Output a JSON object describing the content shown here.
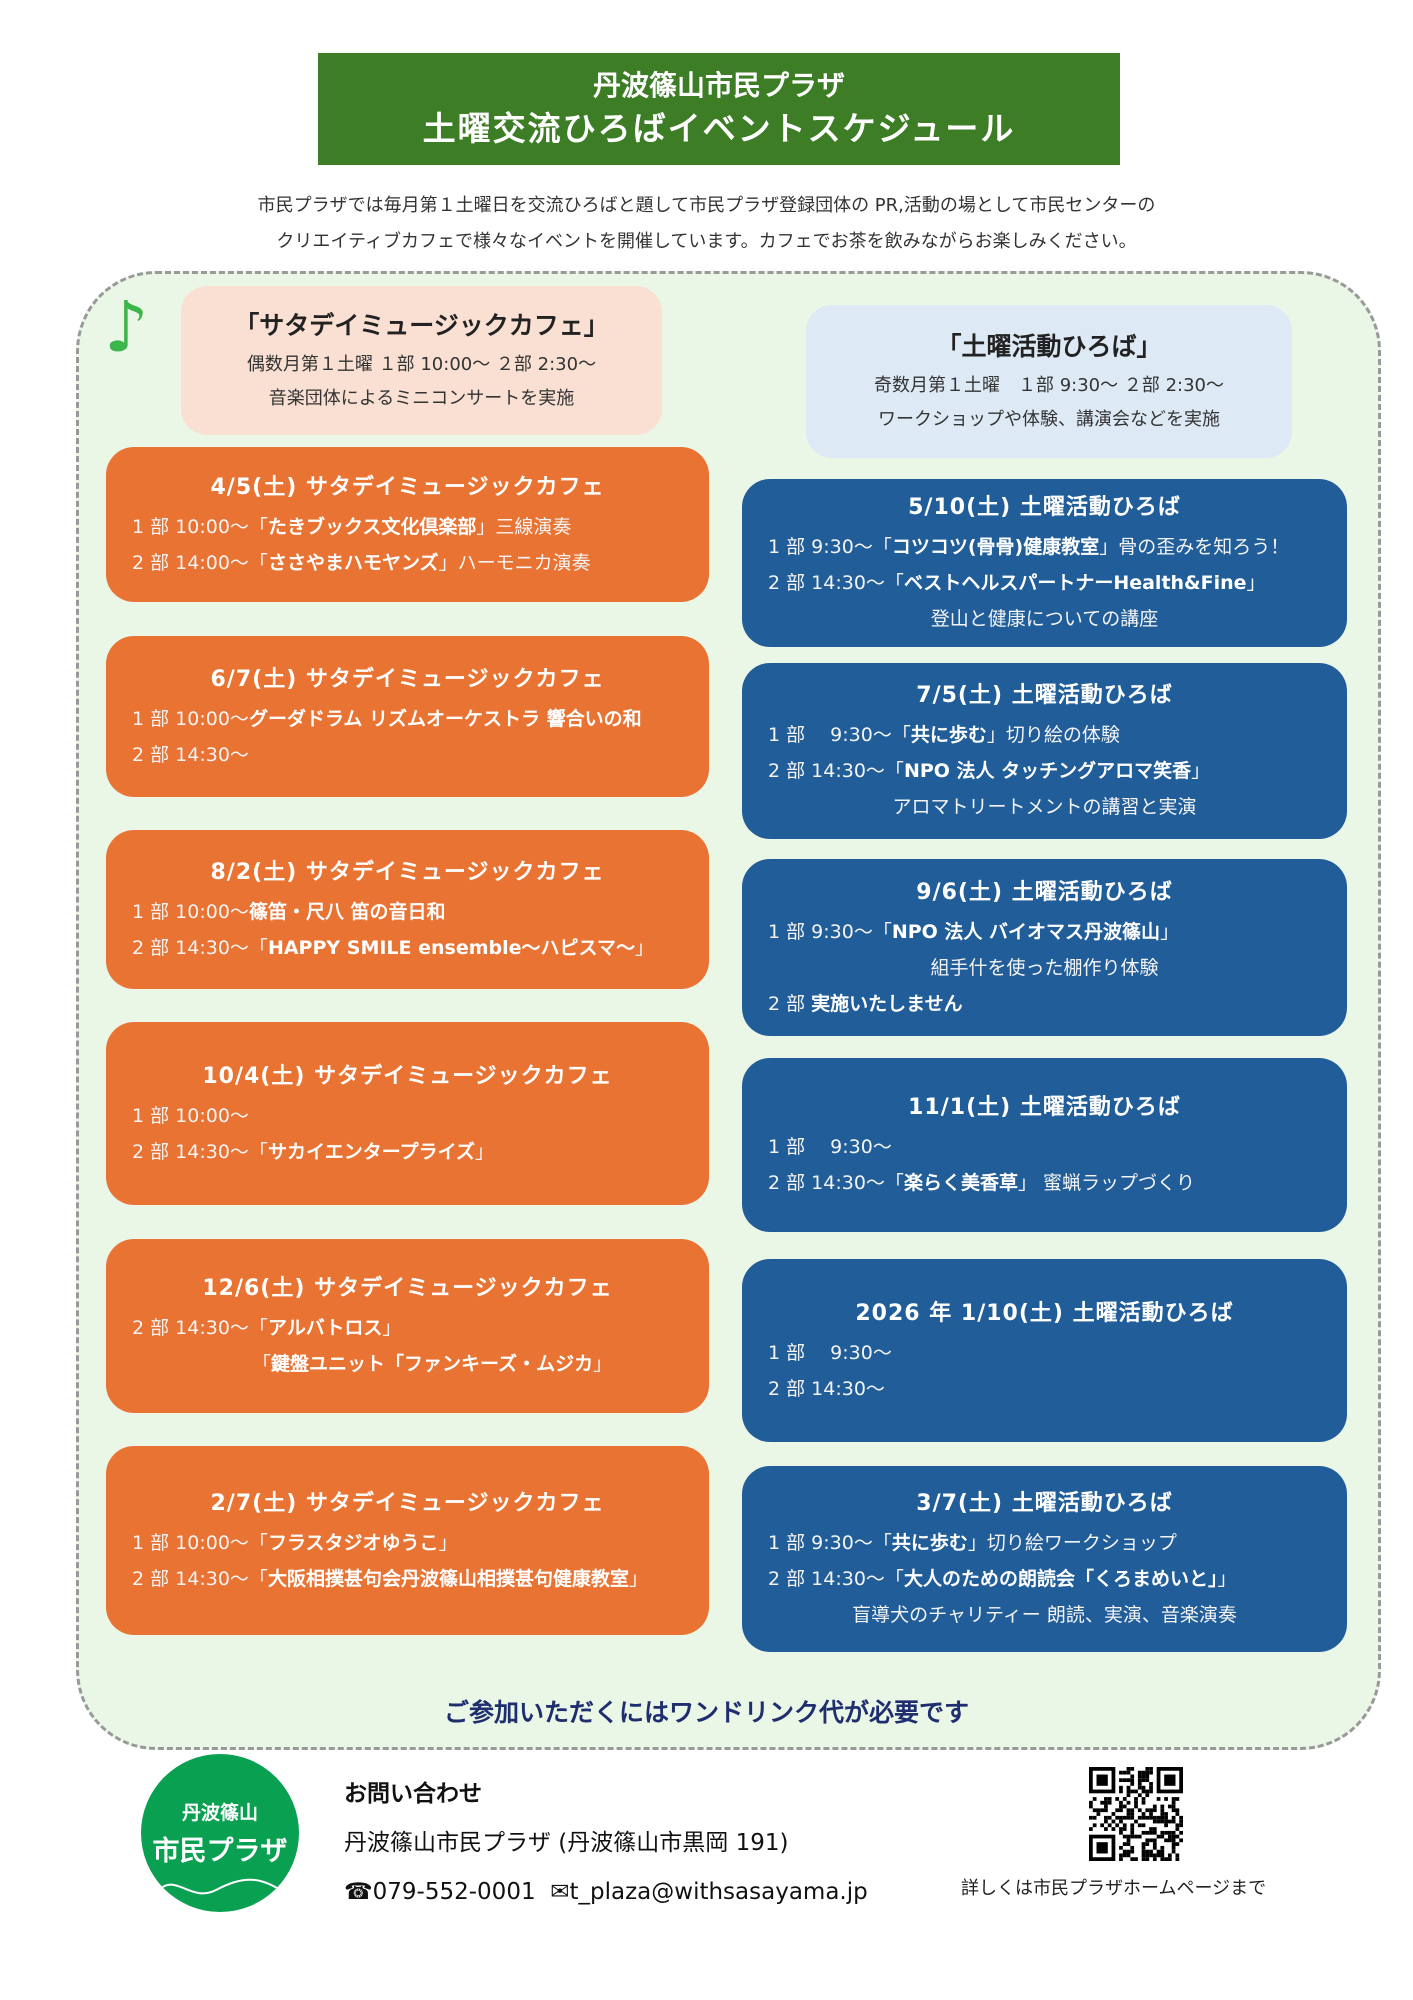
{
  "header": {
    "line1": "丹波篠山市民プラザ",
    "line2": "土曜交流ひろばイベントスケジュール"
  },
  "intro": [
    "市民プラザでは毎月第１土曜日を交流ひろばと題して市民プラザ登録団体の PR,活動の場として市民センターの",
    "クリエイティブカフェで様々なイベントを開催しています。カフェでお茶を飲みながらお楽しみください。"
  ],
  "left_header": {
    "title": "「サタデイミュージックカフェ」",
    "lines": [
      "偶数月第１土曜 １部 10:00～ ２部 2:30～",
      "音楽団体によるミニコンサートを実施"
    ]
  },
  "right_header": {
    "title": "「土曜活動ひろば」",
    "lines": [
      "奇数月第１土曜　１部 9:30～ ２部 2:30～",
      "ワークショップや体験、講演会などを実施"
    ]
  },
  "colors": {
    "title_bg": "#3C7D26",
    "music_card": "#E87333",
    "activity_card": "#215E99",
    "frame_bg": "#EBF7E6",
    "fee_text": "#1E2E6E",
    "logo": "#0AA052"
  },
  "music_events": [
    {
      "title": "4/5(土) サタデイミュージックカフェ",
      "lines": [
        [
          [
            "1 部  10:00～「",
            0
          ],
          [
            "たきブックス文化倶楽部",
            1
          ],
          [
            "」三線演奏",
            0
          ]
        ],
        [
          [
            "2 部  14:00～「",
            0
          ],
          [
            "ささやまハモヤンズ",
            1
          ],
          [
            "」ハーモニカ演奏",
            0
          ]
        ]
      ]
    },
    {
      "title": "6/7(土) サタデイミュージックカフェ",
      "lines": [
        [
          [
            "1 部  10:00～",
            0
          ],
          [
            "グーダドラム リズムオーケストラ 響合いの和",
            1
          ]
        ],
        [
          [
            "2 部  14:30～",
            0
          ]
        ]
      ]
    },
    {
      "title": "8/2(土) サタデイミュージックカフェ",
      "lines": [
        [
          [
            "1 部  10:00～",
            0
          ],
          [
            "篠笛・尺八 笛の音日和",
            1
          ]
        ],
        [
          [
            "2 部  14:30～「",
            0
          ],
          [
            "HAPPY SMILE ensemble～ハピスマ～",
            1
          ],
          [
            "」",
            0
          ]
        ]
      ]
    },
    {
      "title": "10/4(土) サタデイミュージックカフェ",
      "lines": [
        [
          [
            "1 部  10:00～",
            0
          ]
        ],
        [
          [
            "2 部  14:30～「",
            0
          ],
          [
            "サカイエンタープライズ",
            1
          ],
          [
            "」",
            0
          ]
        ]
      ]
    },
    {
      "title": "12/6(土) サタデイミュージックカフェ",
      "lines": [
        [
          [
            "2 部  14:30～「",
            0
          ],
          [
            "アルバトロス",
            1
          ],
          [
            "」",
            0
          ]
        ],
        [
          [
            "「",
            0
          ],
          [
            "鍵盤ユニット「ファンキーズ・ムジカ",
            1
          ],
          [
            "」",
            0
          ]
        ]
      ]
    },
    {
      "title": "2/7(土) サタデイミュージックカフェ",
      "lines": [
        [
          [
            "1 部  10:00～「",
            0
          ],
          [
            "フラスタジオゆうこ",
            1
          ],
          [
            "」",
            0
          ]
        ],
        [
          [
            "2 部  14:30～「",
            0
          ],
          [
            "大阪相撲甚句会丹波篠山相撲甚句健康教室",
            1
          ],
          [
            "」",
            0
          ]
        ]
      ]
    }
  ],
  "activity_events": [
    {
      "title": "5/10(土) 土曜活動ひろば",
      "lines": [
        [
          [
            "1 部  9:30～「",
            0
          ],
          [
            "コツコツ(骨骨)健康教室",
            1
          ],
          [
            "」骨の歪みを知ろう！",
            0
          ]
        ],
        [
          [
            "2 部  14:30～「",
            0
          ],
          [
            "ベストヘルスパートナーHealth&Fine",
            1
          ],
          [
            "」",
            0
          ]
        ],
        [
          [
            "登山と健康についての講座",
            0
          ]
        ]
      ]
    },
    {
      "title": "7/5(土) 土曜活動ひろば",
      "lines": [
        [
          [
            "1 部　 9:30～「",
            0
          ],
          [
            "共に歩む",
            1
          ],
          [
            "」切り絵の体験",
            0
          ]
        ],
        [
          [
            "2 部  14:30～「",
            0
          ],
          [
            "NPO 法人 タッチングアロマ笑香",
            1
          ],
          [
            "」",
            0
          ]
        ],
        [
          [
            "アロマトリートメントの講習と実演",
            0
          ]
        ]
      ]
    },
    {
      "title": "9/6(土) 土曜活動ひろば",
      "lines": [
        [
          [
            "1 部  9:30～「",
            0
          ],
          [
            "NPO 法人 バイオマス丹波篠山",
            1
          ],
          [
            "」",
            0
          ]
        ],
        [
          [
            "組手什を使った棚作り体験",
            0
          ]
        ],
        [
          [
            "2 部  ",
            0
          ],
          [
            "実施いたしません",
            1
          ]
        ]
      ]
    },
    {
      "title": "11/1(土) 土曜活動ひろば",
      "lines": [
        [
          [
            "1 部　 9:30～",
            0
          ]
        ],
        [
          [
            "2 部  14:30～「",
            0
          ],
          [
            "楽らく美香草",
            1
          ],
          [
            "」 蜜蝋ラップづくり",
            0
          ]
        ]
      ]
    },
    {
      "title": "2026 年  1/10(土) 土曜活動ひろば",
      "lines": [
        [
          [
            "1 部　 9:30～",
            0
          ]
        ],
        [
          [
            "2 部  14:30～",
            0
          ]
        ]
      ]
    },
    {
      "title": "3/7(土) 土曜活動ひろば",
      "lines": [
        [
          [
            "1 部 9:30～「",
            0
          ],
          [
            "共に歩む",
            1
          ],
          [
            "」切り絵ワークショップ",
            0
          ]
        ],
        [
          [
            "2 部  14:30～「",
            0
          ],
          [
            "大人のための朗読会「くろまめいと」",
            1
          ],
          [
            "」",
            0
          ]
        ],
        [
          [
            "盲導犬のチャリティー 朗読、実演、音楽演奏",
            0
          ]
        ]
      ]
    }
  ],
  "fee_note": "ご参加いただくにはワンドリンク代が必要です",
  "logo": {
    "line1": "丹波篠山",
    "line2": "市民プラザ"
  },
  "contact": {
    "heading": "お問い合わせ",
    "address": "丹波篠山市民プラザ (丹波篠山市黒岡 191)",
    "phone": "☎079-552-0001",
    "email": "✉t_plaza@withsasayama.jp"
  },
  "qr_caption": "詳しくは市民プラザホームページまで"
}
